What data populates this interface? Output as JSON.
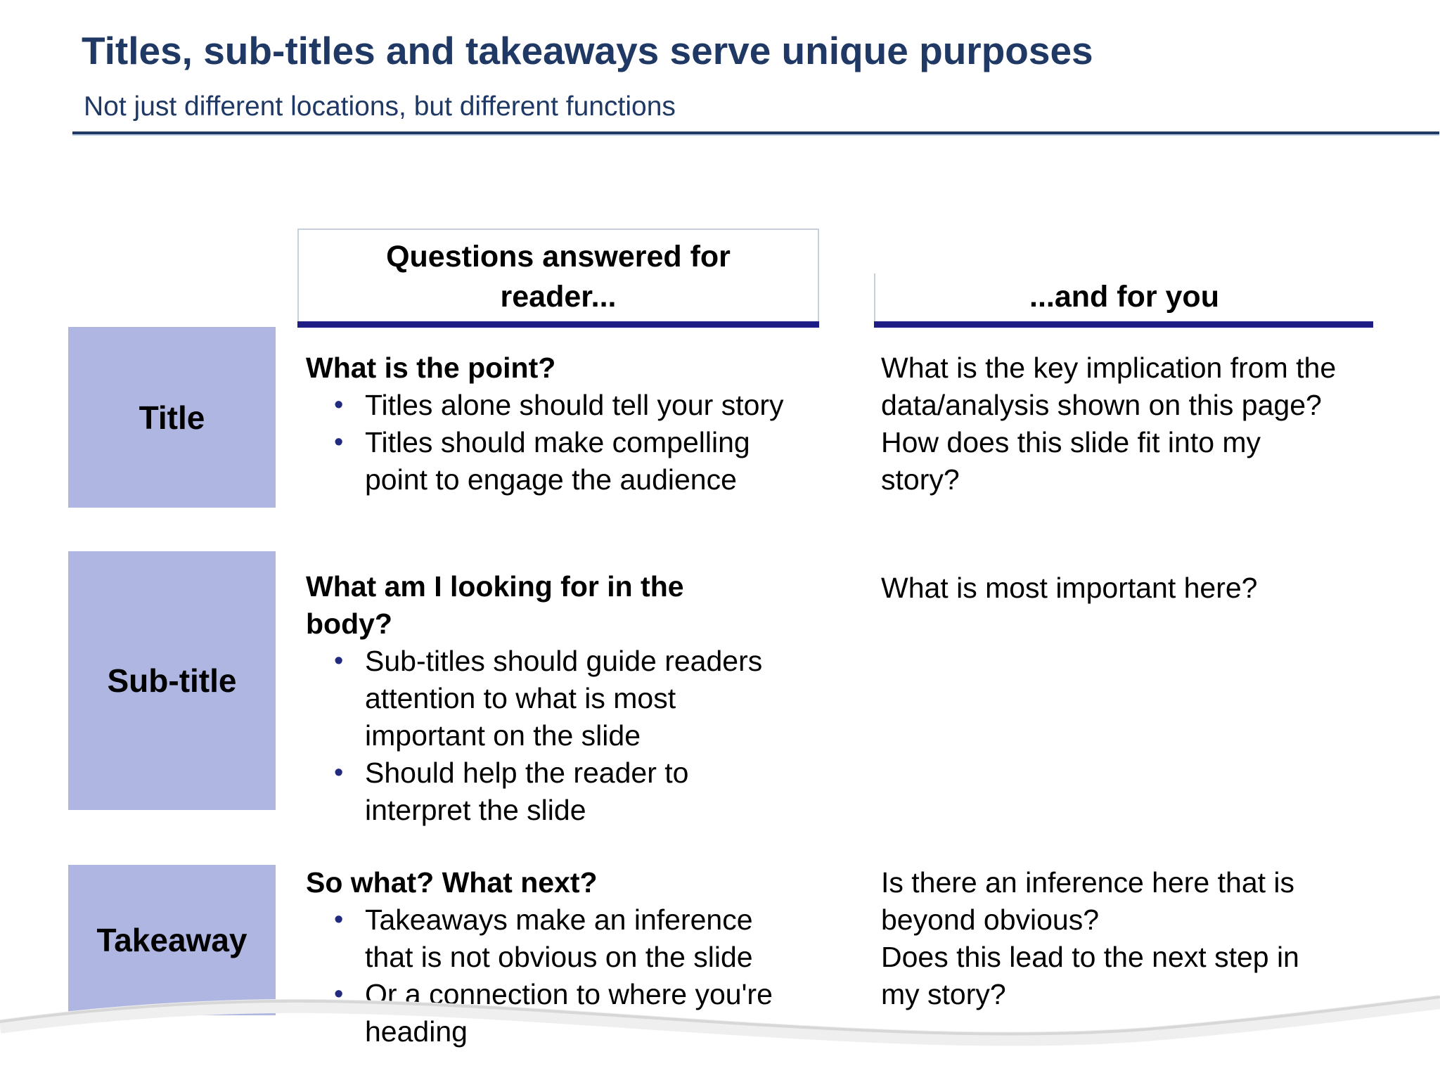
{
  "slide": {
    "title": "Titles, sub-titles and takeaways serve unique purposes",
    "subtitle": "Not just different locations, but different functions"
  },
  "columns": {
    "reader_header": "Questions answered for\nreader...",
    "you_header": "...and for you"
  },
  "rows": [
    {
      "label": "Title",
      "reader_heading": "What is the point?",
      "reader_bullets": [
        "Titles alone should tell your story",
        "Titles should make compelling\npoint to engage the audience"
      ],
      "you_text": "What is the key implication from the\ndata/analysis shown on this page?\nHow does this slide fit into my\nstory?"
    },
    {
      "label": "Sub-title",
      "reader_heading": "What am I looking for in the\nbody?",
      "reader_bullets": [
        "Sub-titles should guide readers\nattention to what is most\nimportant on the slide",
        "Should help the reader to\ninterpret the slide"
      ],
      "you_text": "What is most important here?"
    },
    {
      "label": "Takeaway",
      "reader_heading": "So what? What next?",
      "reader_bullets": [
        "Takeaways make an inference\nthat is not obvious on the slide",
        "Or a connection to where you're\nheading"
      ],
      "you_text": "Is there an inference here that is\nbeyond obvious?\nDoes this lead to the next step in\nmy story?"
    }
  ],
  "icons": {
    "bullet": "•"
  },
  "colors": {
    "title_text": "#1f3864",
    "title_rule": "#1f3864",
    "header_underline": "#1d1d85",
    "row_box_fill": "#aeb6e1",
    "bullet_dot": "#1f2a80",
    "thin_border": "#c6cfdd",
    "wave": "#d7d7d7"
  }
}
